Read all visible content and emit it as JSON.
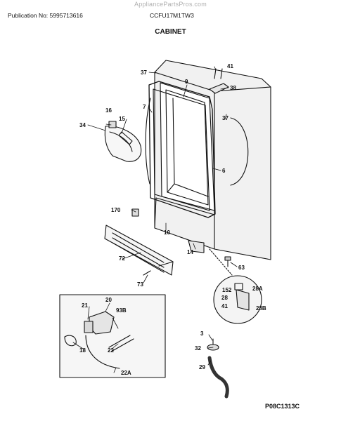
{
  "header": {
    "watermark": "AppliancePartsPros.com",
    "publication": "Publication No: 5995713616",
    "model": "CCFU17M1TW3",
    "section_title": "CABINET"
  },
  "figure_code": "P08C1313C",
  "parts": {
    "p3": "3",
    "p6": "6",
    "p7": "7",
    "p9": "9",
    "p10": "10",
    "p14": "14",
    "p15": "15",
    "p16": "16",
    "p18": "18",
    "p20": "20",
    "p21": "21",
    "p22": "22",
    "p22a": "22A",
    "p28": "28",
    "p28a": "28A",
    "p28b": "28B",
    "p29": "29",
    "p32": "32",
    "p34": "34",
    "p37": "37",
    "p38": "38",
    "p41": "41",
    "p63": "63",
    "p72": "72",
    "p73": "73",
    "p93b": "93B",
    "p152": "152",
    "p170": "170"
  },
  "colors": {
    "line": "#111111",
    "panel": "#f1f1f1"
  }
}
